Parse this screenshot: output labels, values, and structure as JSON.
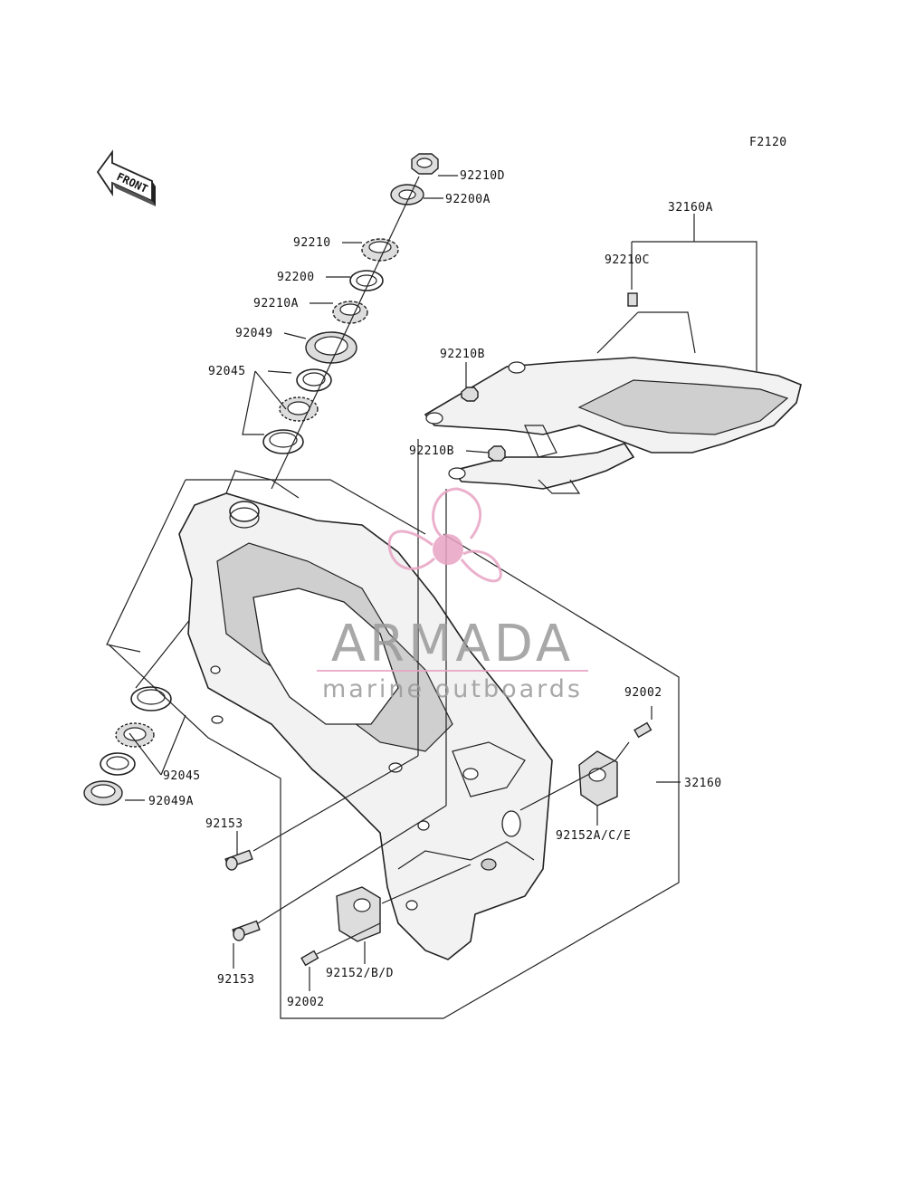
{
  "figure_code": "F2120",
  "front_label": "FRONT",
  "watermark": {
    "brand": "ARMADA",
    "tagline": "marine outboards",
    "color": "#e8a4c4"
  },
  "labels": {
    "p92210D": "92210D",
    "p92200A": "92200A",
    "p92210": "92210",
    "p92200": "92200",
    "p92210A": "92210A",
    "p92049": "92049",
    "p92045_top": "92045",
    "p32160A": "32160A",
    "p92210C": "92210C",
    "p92210B_1": "92210B",
    "p92210B_2": "92210B",
    "p92045_bottom": "92045",
    "p92049A": "92049A",
    "p92002_right": "92002",
    "p32160": "32160",
    "p92152ACE": "92152A/C/E",
    "p92153_1": "92153",
    "p92153_2": "92153",
    "p92152BD": "92152/B/D",
    "p92002_bottom": "92002"
  }
}
